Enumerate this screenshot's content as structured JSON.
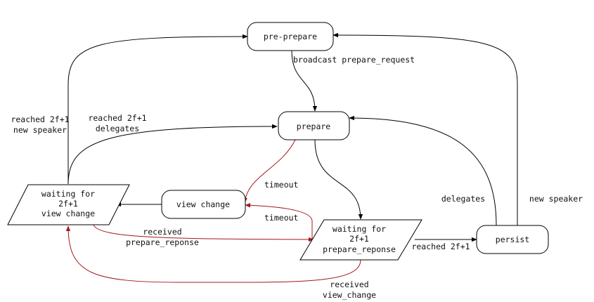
{
  "colors": {
    "black_edge": "#000000",
    "red_edge": "#a3181c",
    "node_text": "#111111"
  },
  "nodes": {
    "pre_prepare": "pre-prepare",
    "prepare": "prepare",
    "view_change": "view change",
    "waiting_view_change": [
      "waiting for",
      "2f+1",
      "view change"
    ],
    "waiting_prepare_response": [
      "waiting for",
      "2f+1",
      "prepare_reponse"
    ],
    "persist": "persist"
  },
  "edge_labels": {
    "broadcast": "broadcast prepare_request",
    "reached_new_speaker": [
      "reached 2f+1",
      "new speaker"
    ],
    "reached_delegates": [
      "reached 2f+1",
      "delegates"
    ],
    "timeout_prepare": "timeout",
    "timeout_view_change": "timeout",
    "received_prepare_response": [
      "received",
      "prepare_reponse"
    ],
    "reached_2f1": "reached 2f+1",
    "delegates": "delegates",
    "new_speaker": "new speaker",
    "received_view_change": [
      "received",
      "view_change"
    ]
  }
}
